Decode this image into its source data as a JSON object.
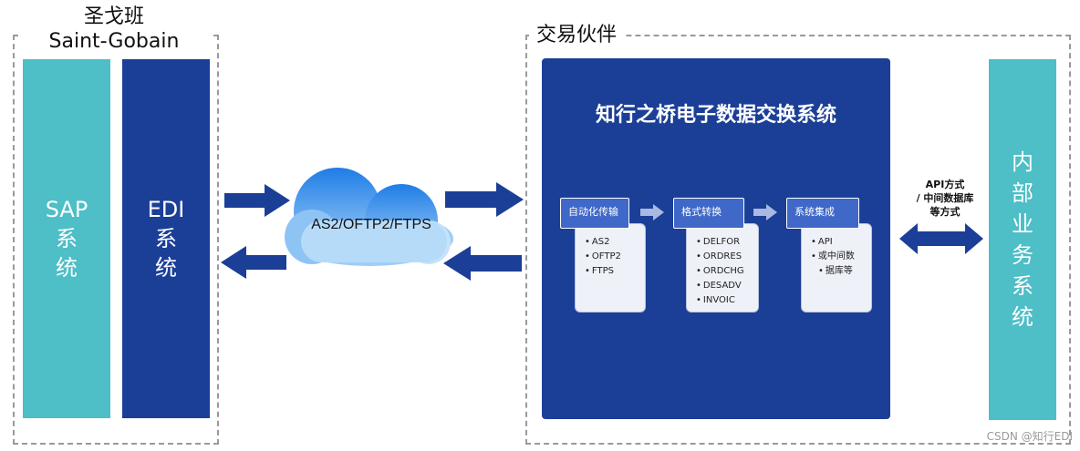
{
  "left_group": {
    "title_cn": "圣戈班",
    "title_en": "Saint-Gobain",
    "sap_box": [
      "SAP",
      "系",
      "统"
    ],
    "edi_box": [
      "EDI",
      "系",
      "统"
    ]
  },
  "cloud": {
    "label": "AS2/OFTP2/FTPS"
  },
  "partner_group": {
    "title": "交易伙伴",
    "system_title": "知行之桥电子数据交换系统",
    "stages": [
      {
        "title": "自动化传输",
        "items": [
          "AS2",
          "OFTP2",
          "FTPS"
        ]
      },
      {
        "title": "格式转换",
        "items": [
          "DELFOR",
          "ORDRES",
          "ORDCHG",
          "DESADV",
          "INVOIC"
        ]
      },
      {
        "title": "系统集成",
        "items": [
          "API",
          "或中间数",
          "据库等"
        ]
      }
    ],
    "api_label": [
      "API方式",
      "/ 中间数据库",
      "等方式"
    ],
    "internal_box": [
      "内",
      "部",
      "业",
      "务",
      "系",
      "统"
    ]
  },
  "watermark": "CSDN @知行EDI",
  "colors": {
    "navy": "#1b3f97",
    "teal": "#4ebec7",
    "stage_blue": "#3f68c8",
    "light_arrow": "#a9b9e0"
  }
}
